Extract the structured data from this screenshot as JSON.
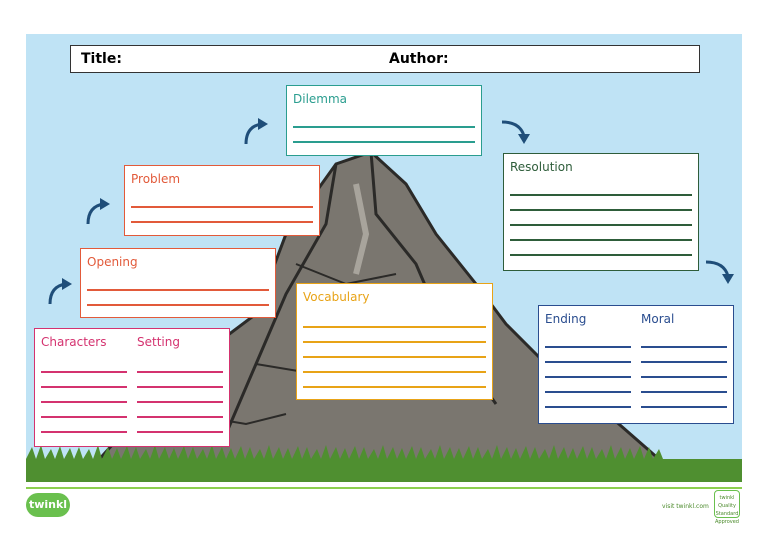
{
  "header": {
    "title_label": "Title:",
    "author_label": "Author:"
  },
  "boxes": {
    "dilemma": {
      "label": "Dilemma",
      "color": "#2a9d8f"
    },
    "problem": {
      "label": "Problem",
      "color": "#e25a3a"
    },
    "opening": {
      "label": "Opening",
      "color": "#e25a3a"
    },
    "characters": {
      "label": "Characters",
      "color": "#d4326f"
    },
    "setting": {
      "label": "Setting",
      "color": "#d4326f"
    },
    "vocabulary": {
      "label": "Vocabulary",
      "color": "#e8a317"
    },
    "resolution": {
      "label": "Resolution",
      "color": "#2e5d3a"
    },
    "ending": {
      "label": "Ending",
      "color": "#2a4d8f"
    },
    "moral": {
      "label": "Moral",
      "color": "#2a4d8f"
    }
  },
  "footer": {
    "logo_text": "twinkl",
    "visit_text": "visit twinkl.com",
    "badge_text": "twinkl Quality Standard Approved"
  },
  "colors": {
    "sky": "#bfe3f5",
    "arrow": "#1f4e79",
    "grass": "#4a8a2a"
  }
}
